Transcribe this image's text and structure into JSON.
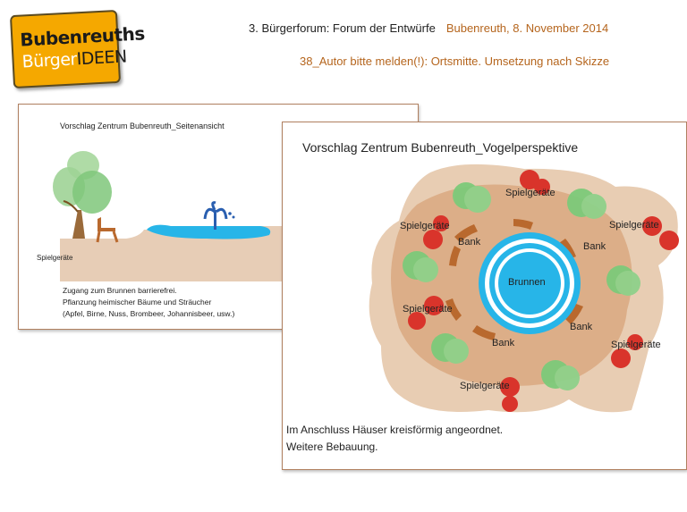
{
  "logo": {
    "line1": "Bubenreuths",
    "line2": "BürgerIDEEN"
  },
  "header": {
    "event": "3. Bürgerforum: Forum der Entwürfe",
    "location_date": "Bubenreuth,  8. November 2014",
    "entry": "38_Autor bitte melden(!): Ortsmitte. Umsetzung nach Skizze"
  },
  "side_view": {
    "title": "Vorschlag Zentrum Bubenreuth_Seitenansicht",
    "label_playground": "Spielgeräte",
    "notes": [
      "Zugang zum Brunnen barrierefrei.",
      "Pflanzung heimischer Bäume und Sträucher",
      "(Apfel, Birne, Nuss, Brombeer, Johannisbeer, usw.)"
    ]
  },
  "top_view": {
    "title": "Vorschlag Zentrum Bubenreuth_Vogelperspektive",
    "fountain": "Brunnen",
    "bench": "Bank",
    "playground": "Spielgeräte",
    "footer": [
      "Im Anschluss Häuser kreisförmig angeordnet.",
      "Weitere Bebauung."
    ]
  },
  "colors": {
    "orange": "#f5a800",
    "brown_text": "#b5651d",
    "water": "#27b5e8",
    "ground": "#e5c1a2",
    "tree": "#7dca7a",
    "playground": "#d9342b",
    "bench": "#b9692e"
  }
}
